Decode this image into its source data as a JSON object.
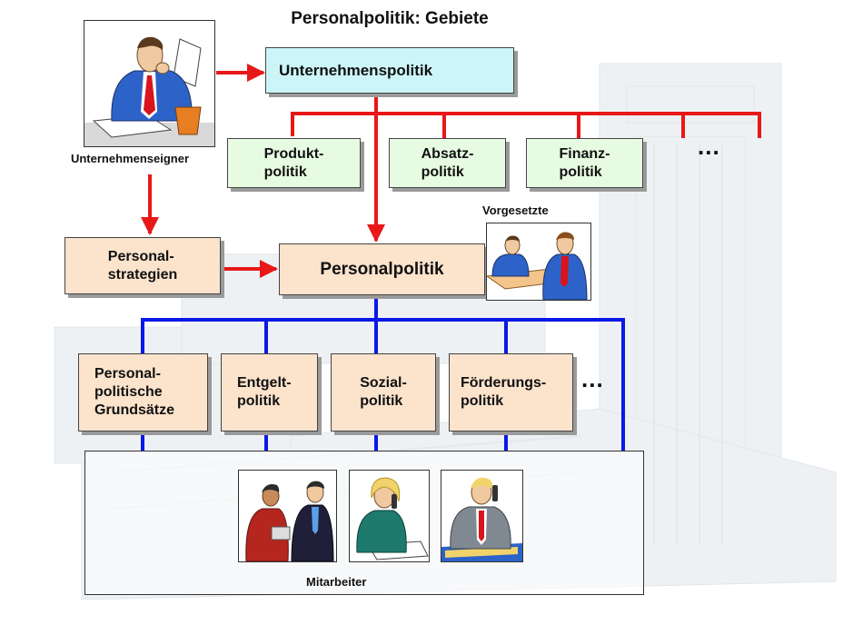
{
  "title": "Personalpolitik: Gebiete",
  "owner": {
    "label": "Unternehmenseigner",
    "icon": "businessman-thinking-icon"
  },
  "corporate_policy": "Unternehmenspolitik",
  "sub_policies": [
    "Produkt-\npolitik",
    "Absatz-\npolitik",
    "Finanz-\npolitik"
  ],
  "sub_policies_more": "...",
  "strategies": "Personal-\nstrategien",
  "hr_policy": "Personalpolitik",
  "supervisors": {
    "label": "Vorgesetzte",
    "icon": "supervisors-meeting-icon"
  },
  "hr_areas": [
    "Personal-\npolitische\nGrundsätze",
    "Entgelt-\npolitik",
    "Sozial-\npolitik",
    "Förderungs-\npolitik"
  ],
  "hr_areas_more": "...",
  "employees": {
    "label": "Mitarbeiter",
    "icons": [
      "workers-talking-icon",
      "woman-on-phone-icon",
      "man-on-phone-icon"
    ]
  },
  "colors": {
    "red_connector": "#e81818",
    "blue_connector": "#0a18e6",
    "cyan_box": "#ccf5f8",
    "green_box": "#e6fbe1",
    "peach_box": "#fbe3cc"
  }
}
